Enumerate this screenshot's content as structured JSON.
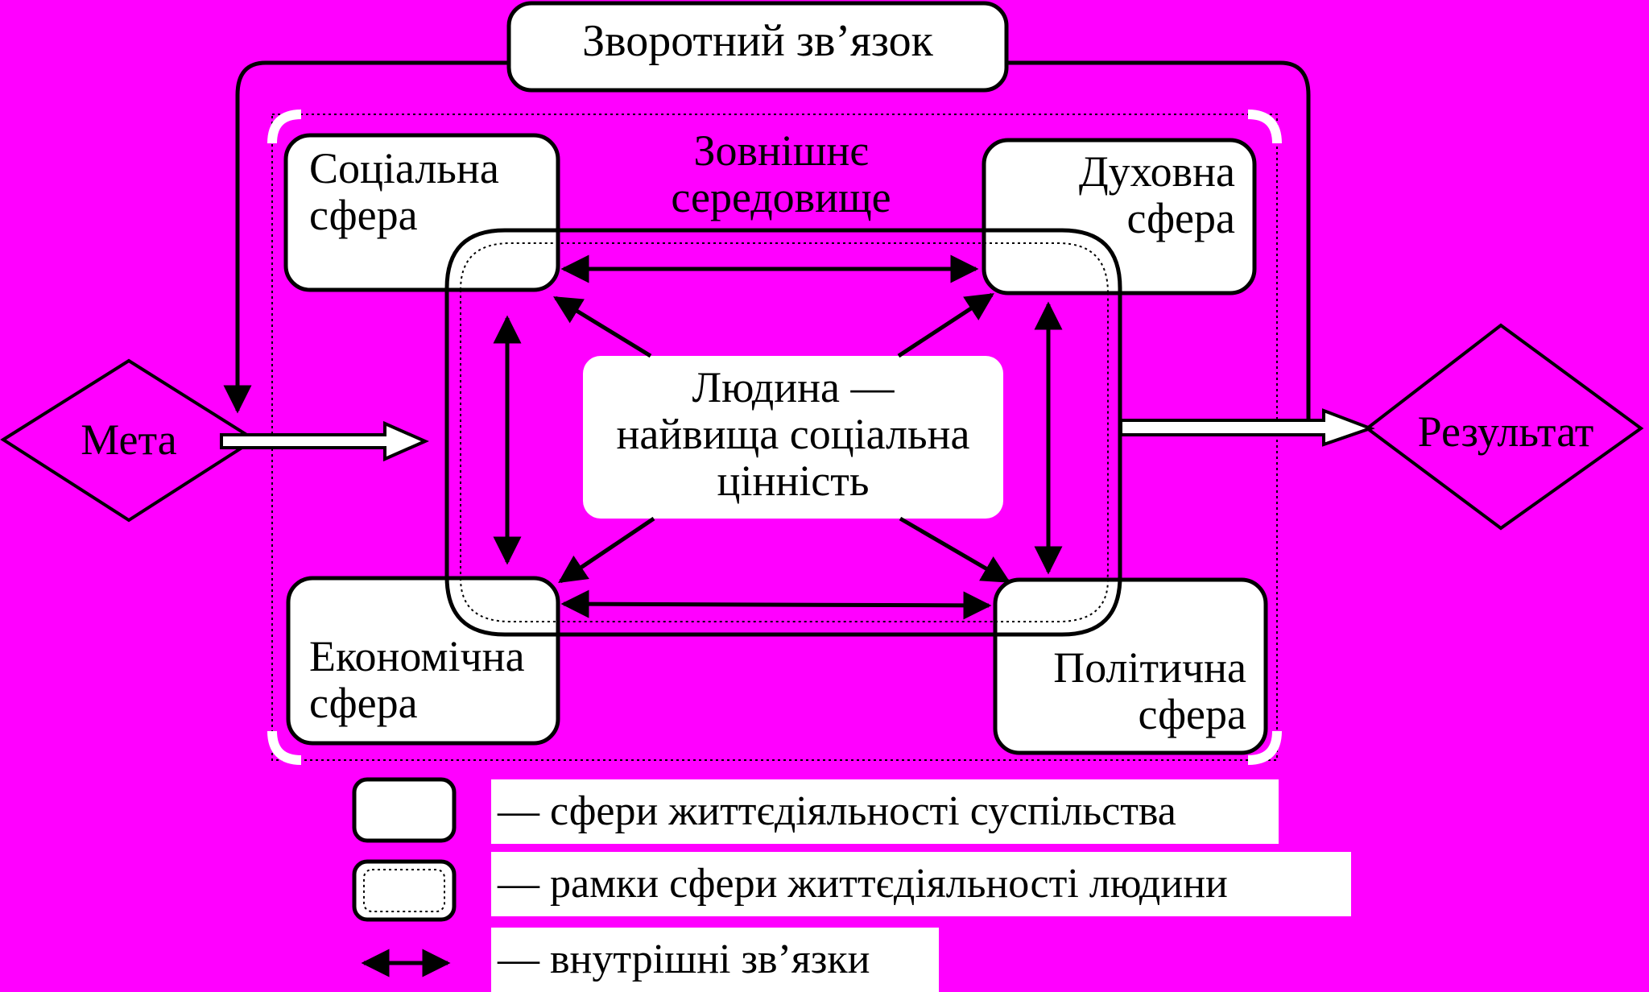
{
  "feedback": {
    "label": "Зворотний зв’язок"
  },
  "environment": {
    "line1": "Зовнішнє",
    "line2": "середовище"
  },
  "goal": {
    "label": "Мета"
  },
  "result": {
    "label": "Результат"
  },
  "center": {
    "line1": "Людина —",
    "line2": "найвища соціальна",
    "line3": "цінність"
  },
  "spheres": {
    "social": {
      "line1": "Соціальна",
      "line2": "сфера"
    },
    "spiritual": {
      "line1": "Духовна",
      "line2": "сфера"
    },
    "economic": {
      "line1": "Економічна",
      "line2": "сфера"
    },
    "political": {
      "line1": "Політична",
      "line2": "сфера"
    }
  },
  "legend": {
    "spheres": "— сфери життєдіяльності суспільства",
    "frame": "— рамки сфери життєдіяльності людини",
    "links": "— внутрішні зв’язки"
  },
  "colors": {
    "background": "#ff00ff",
    "box": "#ffffff",
    "line": "#000000"
  }
}
